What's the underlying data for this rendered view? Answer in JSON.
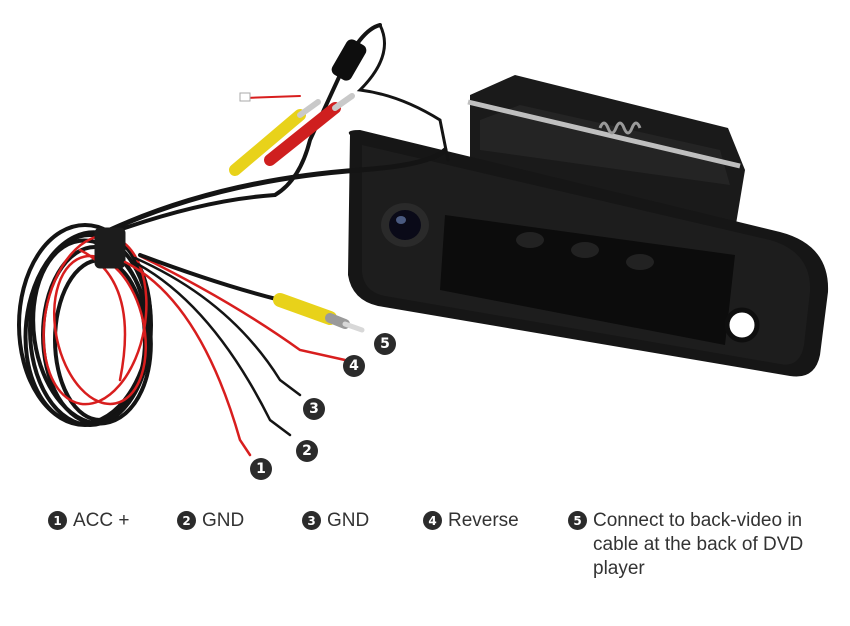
{
  "callouts": [
    {
      "number": "1"
    },
    {
      "number": "2"
    },
    {
      "number": "3"
    },
    {
      "number": "4"
    },
    {
      "number": "5"
    }
  ],
  "legend": [
    {
      "number": "1",
      "text": "ACC +"
    },
    {
      "number": "2",
      "text": "GND"
    },
    {
      "number": "3",
      "text": "GND"
    },
    {
      "number": "4",
      "text": "Reverse"
    },
    {
      "number": "5",
      "text": "Connect to back-video in cable at the back of DVD player"
    }
  ],
  "colors": {
    "callout_fill": "#2b2b2b",
    "wire_red": "#d81e1e",
    "wire_black": "#141414",
    "rca_yellow": "#e8d21a",
    "rca_red": "#cf1f1f"
  }
}
